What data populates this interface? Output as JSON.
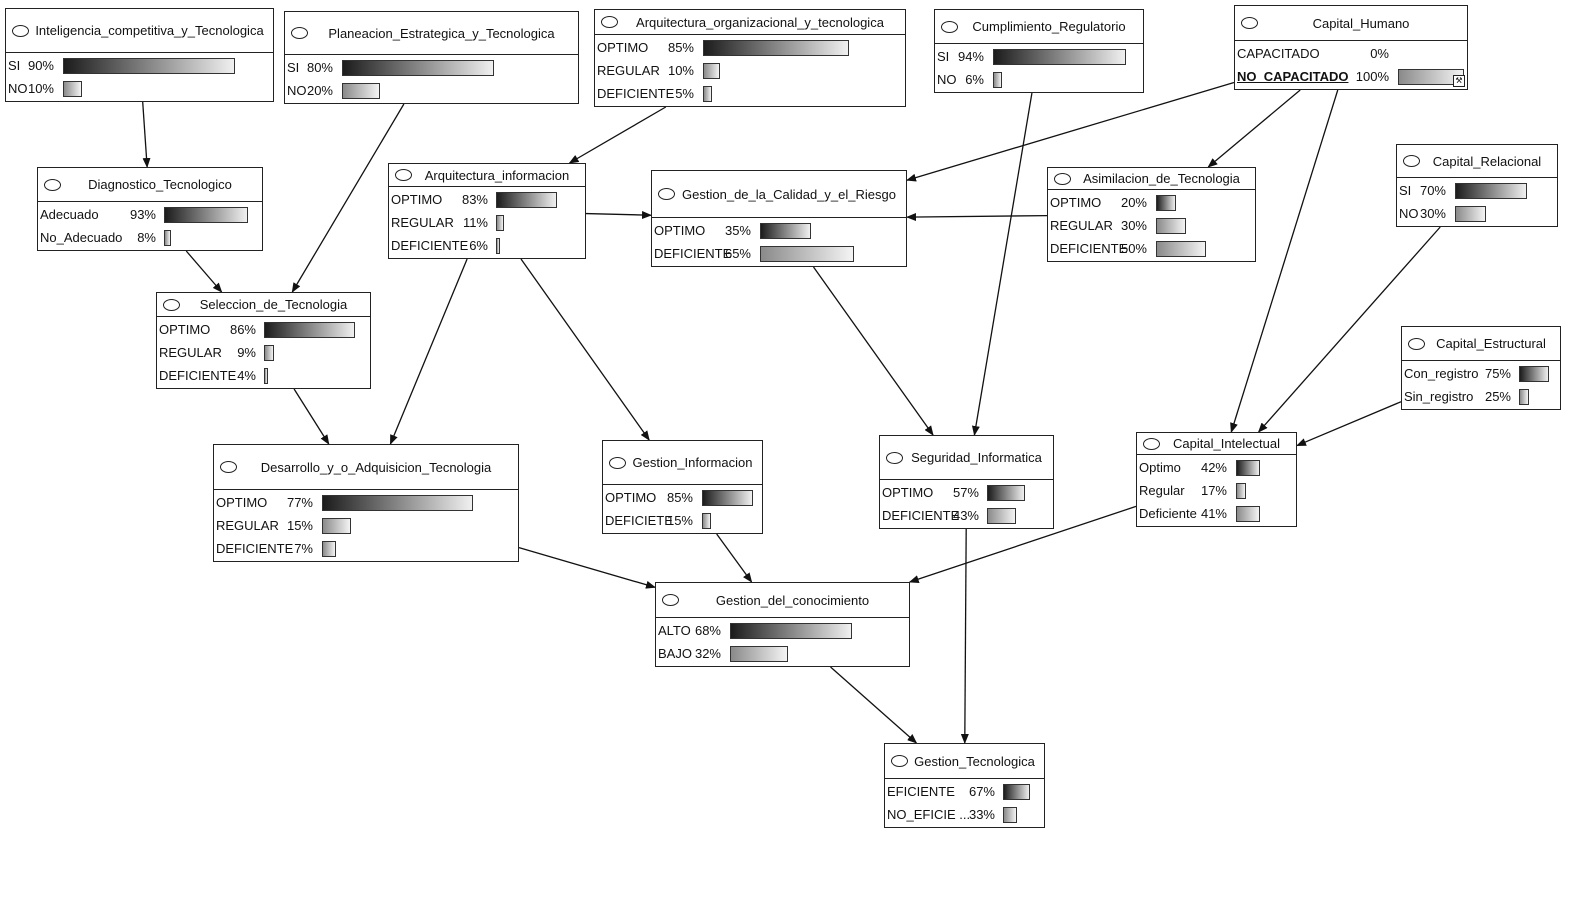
{
  "nodes": [
    {
      "title": "Inteligencia_competitiva_y_Tecnologica",
      "states": [
        {
          "label": "SI",
          "pct": "90%",
          "v": 90
        },
        {
          "label": "NO",
          "pct": "10%",
          "v": 10
        }
      ]
    },
    {
      "title": "Planeacion_Estrategica_y_Tecnologica",
      "states": [
        {
          "label": "SI",
          "pct": "80%",
          "v": 80
        },
        {
          "label": "NO",
          "pct": "20%",
          "v": 20
        }
      ]
    },
    {
      "title": "Arquitectura_organizacional_y_tecnologica",
      "states": [
        {
          "label": "OPTIMO",
          "pct": "85%",
          "v": 85
        },
        {
          "label": "REGULAR",
          "pct": "10%",
          "v": 10
        },
        {
          "label": "DEFICIENTE",
          "pct": "5%",
          "v": 5
        }
      ]
    },
    {
      "title": "Cumplimiento_Regulatorio",
      "states": [
        {
          "label": "SI",
          "pct": "94%",
          "v": 94
        },
        {
          "label": "NO",
          "pct": "6%",
          "v": 6
        }
      ]
    },
    {
      "title": "Capital_Humano",
      "states": [
        {
          "label": "CAPACITADO",
          "pct": "0%",
          "v": 0
        },
        {
          "label": "NO_CAPACITADO",
          "pct": "100%",
          "v": 100,
          "observed": true
        }
      ]
    },
    {
      "title": "Diagnostico_Tecnologico",
      "states": [
        {
          "label": "Adecuado",
          "pct": "93%",
          "v": 93
        },
        {
          "label": "No_Adecuado",
          "pct": "8%",
          "v": 8
        }
      ]
    },
    {
      "title": "Arquitectura_informacion",
      "states": [
        {
          "label": "OPTIMO",
          "pct": "83%",
          "v": 83
        },
        {
          "label": "REGULAR",
          "pct": "11%",
          "v": 11
        },
        {
          "label": "DEFICIENTE",
          "pct": "6%",
          "v": 6
        }
      ]
    },
    {
      "title": "Gestion_de_la_Calidad_y_el_Riesgo",
      "states": [
        {
          "label": "OPTIMO",
          "pct": "35%",
          "v": 35
        },
        {
          "label": "DEFICIENTE",
          "pct": "65%",
          "v": 65
        }
      ]
    },
    {
      "title": "Asimilacion_de_Tecnologia",
      "states": [
        {
          "label": "OPTIMO",
          "pct": "20%",
          "v": 20
        },
        {
          "label": "REGULAR",
          "pct": "30%",
          "v": 30
        },
        {
          "label": "DEFICIENTE",
          "pct": "50%",
          "v": 50
        }
      ]
    },
    {
      "title": "Capital_Relacional",
      "states": [
        {
          "label": "SI",
          "pct": "70%",
          "v": 70
        },
        {
          "label": "NO",
          "pct": "30%",
          "v": 30
        }
      ]
    },
    {
      "title": "Seleccion_de_Tecnologia",
      "states": [
        {
          "label": "OPTIMO",
          "pct": "86%",
          "v": 86
        },
        {
          "label": "REGULAR",
          "pct": "9%",
          "v": 9
        },
        {
          "label": "DEFICIENTE",
          "pct": "4%",
          "v": 4
        }
      ]
    },
    {
      "title": "Capital_Estructural",
      "states": [
        {
          "label": "Con_registro",
          "pct": "75%",
          "v": 75
        },
        {
          "label": "Sin_registro",
          "pct": "25%",
          "v": 25
        }
      ]
    },
    {
      "title": "Desarrollo_y_o_Adquisicion_Tecnologia",
      "states": [
        {
          "label": "OPTIMO",
          "pct": "77%",
          "v": 77
        },
        {
          "label": "REGULAR",
          "pct": "15%",
          "v": 15
        },
        {
          "label": "DEFICIENTE",
          "pct": "7%",
          "v": 7
        }
      ]
    },
    {
      "title": "Gestion_Informacion",
      "states": [
        {
          "label": "OPTIMO",
          "pct": "85%",
          "v": 85
        },
        {
          "label": "DEFICIETE",
          "pct": "15%",
          "v": 15
        }
      ]
    },
    {
      "title": "Seguridad_Informatica",
      "states": [
        {
          "label": "OPTIMO",
          "pct": "57%",
          "v": 57
        },
        {
          "label": "DEFICIENTE",
          "pct": "43%",
          "v": 43
        }
      ]
    },
    {
      "title": "Capital_Intelectual",
      "states": [
        {
          "label": "Optimo",
          "pct": "42%",
          "v": 42
        },
        {
          "label": "Regular",
          "pct": "17%",
          "v": 17
        },
        {
          "label": "Deficiente",
          "pct": "41%",
          "v": 41
        }
      ]
    },
    {
      "title": "Gestion_del_conocimiento",
      "states": [
        {
          "label": "ALTO",
          "pct": "68%",
          "v": 68
        },
        {
          "label": "BAJO",
          "pct": "32%",
          "v": 32
        }
      ]
    },
    {
      "title": "Gestion_Tecnologica",
      "states": [
        {
          "label": "EFICIENTE",
          "pct": "67%",
          "v": 67
        },
        {
          "label": "NO_EFICIE ...",
          "pct": "33%",
          "v": 33
        }
      ]
    }
  ],
  "edges": [
    [
      "Inteligencia_competitiva_y_Tecnologica",
      "Diagnostico_Tecnologico"
    ],
    [
      "Diagnostico_Tecnologico",
      "Seleccion_de_Tecnologia"
    ],
    [
      "Planeacion_Estrategica_y_Tecnologica",
      "Seleccion_de_Tecnologia"
    ],
    [
      "Arquitectura_organizacional_y_tecnologica",
      "Arquitectura_informacion"
    ],
    [
      "Seleccion_de_Tecnologia",
      "Desarrollo_y_o_Adquisicion_Tecnologia"
    ],
    [
      "Arquitectura_informacion",
      "Desarrollo_y_o_Adquisicion_Tecnologia"
    ],
    [
      "Arquitectura_informacion",
      "Gestion_Informacion"
    ],
    [
      "Arquitectura_informacion",
      "Gestion_de_la_Calidad_y_el_Riesgo"
    ],
    [
      "Capital_Humano",
      "Gestion_de_la_Calidad_y_el_Riesgo"
    ],
    [
      "Asimilacion_de_Tecnologia",
      "Gestion_de_la_Calidad_y_el_Riesgo"
    ],
    [
      "Capital_Humano",
      "Asimilacion_de_Tecnologia"
    ],
    [
      "Capital_Humano",
      "Capital_Intelectual"
    ],
    [
      "Capital_Relacional",
      "Capital_Intelectual"
    ],
    [
      "Capital_Estructural",
      "Capital_Intelectual"
    ],
    [
      "Cumplimiento_Regulatorio",
      "Seguridad_Informatica"
    ],
    [
      "Gestion_de_la_Calidad_y_el_Riesgo",
      "Seguridad_Informatica"
    ],
    [
      "Desarrollo_y_o_Adquisicion_Tecnologia",
      "Gestion_del_conocimiento"
    ],
    [
      "Gestion_Informacion",
      "Gestion_del_conocimiento"
    ],
    [
      "Capital_Intelectual",
      "Gestion_del_conocimiento"
    ],
    [
      "Gestion_del_conocimiento",
      "Gestion_Tecnologica"
    ],
    [
      "Seguridad_Informatica",
      "Gestion_Tecnologica"
    ]
  ]
}
